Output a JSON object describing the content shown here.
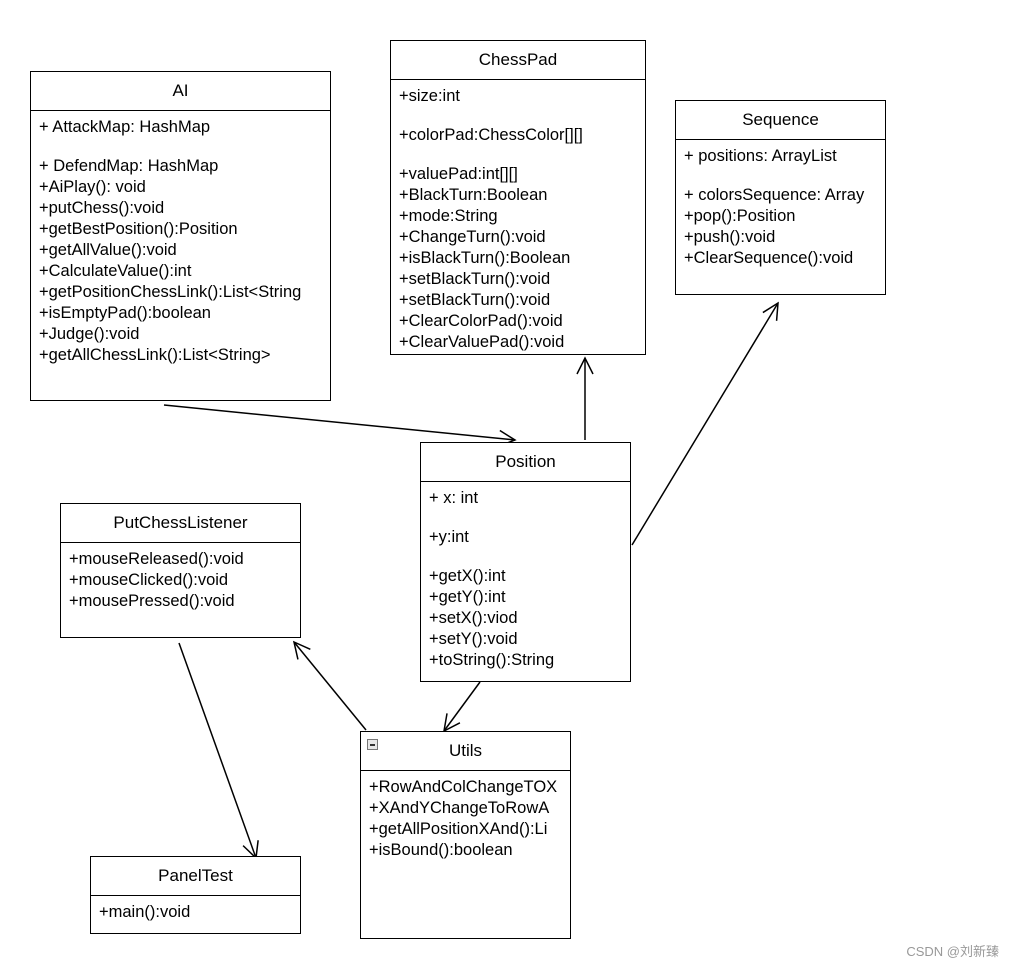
{
  "classes": [
    {
      "id": "ai",
      "name": "AI",
      "rows": [
        "+ AttackMap: HashMap",
        "+ DefendMap: HashMap",
        "+AiPlay():   void",
        "+putChess():void",
        "+getBestPosition():Position",
        "+getAllValue():void",
        "+CalculateValue():int",
        "+getPositionChessLink():List<String",
        "+isEmptyPad():boolean",
        "+Judge():void",
        "+getAllChessLink():List<String>"
      ],
      "gaps": [
        0
      ]
    },
    {
      "id": "chesspad",
      "name": "ChessPad",
      "rows": [
        "+size:int",
        "+colorPad:ChessColor[][]",
        "+valuePad:int[][]",
        "+BlackTurn:Boolean",
        "+mode:String",
        "+ChangeTurn():void",
        "+isBlackTurn():Boolean",
        "+setBlackTurn():void",
        "+setBlackTurn():void",
        "+ClearColorPad():void",
        "+ClearValuePad():void"
      ],
      "gaps": [
        0,
        1
      ]
    },
    {
      "id": "sequence",
      "name": "Sequence",
      "rows": [
        "+ positions: ArrayList",
        "+ colorsSequence: Array",
        "+pop():Position",
        "+push():void",
        "+ClearSequence():void"
      ],
      "gaps": [
        0
      ]
    },
    {
      "id": "position",
      "name": "Position",
      "rows": [
        "+ x: int",
        "+y:int",
        "+getX():int",
        "+getY():int",
        "+setX():viod",
        "+setY():void",
        "+toString():String"
      ],
      "gaps": [
        0,
        1
      ]
    },
    {
      "id": "putchesslistener",
      "name": "PutChessListener",
      "rows": [
        "+mouseReleased():void",
        "+mouseClicked():void",
        "+mousePressed():void"
      ],
      "gaps": []
    },
    {
      "id": "utils",
      "name": "Utils",
      "rows": [
        "+RowAndColChangeTOX",
        "+XAndYChangeToRowA",
        "+getAllPositionXAnd():Li",
        "+isBound():boolean"
      ],
      "gaps": []
    },
    {
      "id": "paneltest",
      "name": "PanelTest",
      "rows": [
        "+main():void"
      ],
      "gaps": []
    }
  ],
  "watermark": "CSDN @刘新臻",
  "colors": {
    "line": "#000000",
    "background": "#ffffff",
    "watermark": "#999999"
  }
}
